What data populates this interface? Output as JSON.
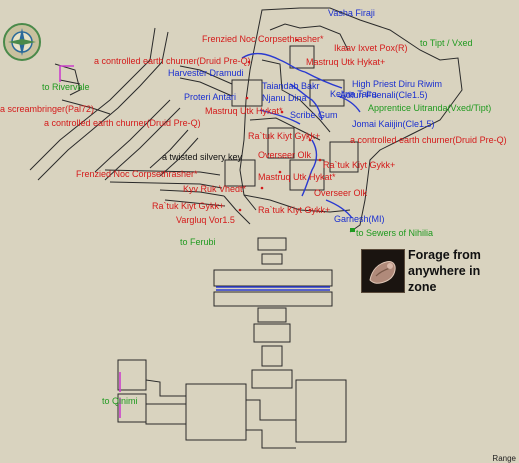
{
  "zone_links": [
    {
      "id": "rivervale",
      "label": "to Rivervale"
    },
    {
      "id": "tipt",
      "label": "to Tipt / Vxed"
    },
    {
      "id": "ferubi",
      "label": "to Ferubi"
    },
    {
      "id": "sewers",
      "label": "to Sewers of Nihilia"
    },
    {
      "id": "qinimi",
      "label": "to Qinimi"
    }
  ],
  "npc_labels": [
    {
      "id": "vasha",
      "text": "Vasha Firaji",
      "color": "blue"
    },
    {
      "id": "frenzied-noc-top",
      "text": "Frenzied Noc Corpsethrasher*",
      "color": "red"
    },
    {
      "id": "ikaav",
      "text": "Ikaav Ixvet Pox(R)",
      "color": "red"
    },
    {
      "id": "churner-1",
      "text": "a controlled earth churner(Druid Pre-Q)",
      "color": "red"
    },
    {
      "id": "mastruq-top",
      "text": "Mastruq Utk Hykat+",
      "color": "red"
    },
    {
      "id": "harvester",
      "text": "Harvester Dramudi",
      "color": "blue"
    },
    {
      "id": "high-priest",
      "text": "High Priest Diru Riwim",
      "color": "blue"
    },
    {
      "id": "screambringer",
      "text": "a screambringer(Pal72)",
      "color": "red"
    },
    {
      "id": "taiandab",
      "text": "Taiandab Bakr",
      "color": "blue"
    },
    {
      "id": "kelina",
      "text": "Kelina Taira",
      "color": "blue"
    },
    {
      "id": "proteri",
      "text": "Proteri Antari",
      "color": "blue"
    },
    {
      "id": "njanu",
      "text": "Njanu Dina",
      "color": "blue"
    },
    {
      "id": "adtun",
      "text": "Adtun Fuenali(Cle1.5)",
      "color": "blue"
    },
    {
      "id": "churner-2",
      "text": "a controlled earth churner(Druid Pre-Q)",
      "color": "red"
    },
    {
      "id": "mastruq-mid",
      "text": "Mastruq Utk Hykat*",
      "color": "red"
    },
    {
      "id": "apprentice",
      "text": "Apprentice Uitranda(Vxed/Tipt)",
      "color": "green"
    },
    {
      "id": "scribe",
      "text": "Scribe Gum",
      "color": "blue"
    },
    {
      "id": "jomai",
      "text": "Jomai Kaiijin(Cle1.5)",
      "color": "blue"
    },
    {
      "id": "ratuk-1",
      "text": "Ra`tuk Kiyt Gykk+",
      "color": "red"
    },
    {
      "id": "churner-3",
      "text": "a controlled earth churner(Druid Pre-Q)",
      "color": "red"
    },
    {
      "id": "twisted-key",
      "text": "a twisted silvery key",
      "color": "black"
    },
    {
      "id": "overseer-1",
      "text": "Overseer Olk",
      "color": "red"
    },
    {
      "id": "ratuk-2",
      "text": "Ra`tuk Kiyt Gykk+",
      "color": "red"
    },
    {
      "id": "frenzied-noc-mid",
      "text": "Frenzied Noc Corpsethrasher*",
      "color": "red"
    },
    {
      "id": "mastruq-low",
      "text": "Mastruq Utk Hykat*",
      "color": "red"
    },
    {
      "id": "kyv",
      "text": "Kyv Ruk Vhedt*",
      "color": "red"
    },
    {
      "id": "overseer-2",
      "text": "Overseer Olk",
      "color": "red"
    },
    {
      "id": "ratuk-3",
      "text": "Ra`tuk Kiyt Gykk+",
      "color": "red"
    },
    {
      "id": "ratuk-4",
      "text": "Ra`tuk Kiyt Gykk+",
      "color": "red"
    },
    {
      "id": "vargluq",
      "text": "Vargluq Vor1.5",
      "color": "red"
    },
    {
      "id": "garnesh",
      "text": "Garnesh(MI)",
      "color": "blue"
    }
  ],
  "forage": {
    "text_line1": "Forage from",
    "text_line2": "anywhere in",
    "text_line3": "zone",
    "icon": "forage-hand-icon"
  },
  "range_label": "Range",
  "colors": {
    "background": "#d9d3bf",
    "wall": "#2a2a2a",
    "water": "#2a3ad0",
    "marker": "#cc40cc",
    "npc_hostile": "#d41a1a",
    "npc_friendly": "#1a2fd0",
    "zone_link": "#1f9a1f"
  }
}
